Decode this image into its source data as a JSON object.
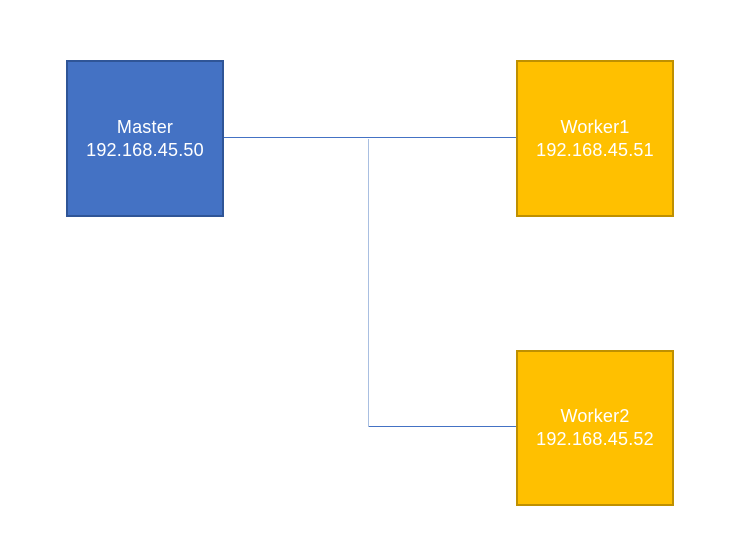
{
  "diagram": {
    "background": "#FFFFFF",
    "nodes": [
      {
        "id": "master",
        "name": "Master",
        "ip": "192.168.45.50",
        "fill": "#4472C4",
        "border": "#2F5597",
        "text_color": "#FFFFFF"
      },
      {
        "id": "worker1",
        "name": "Worker1",
        "ip": "192.168.45.51",
        "fill": "#FFC000",
        "border": "#BF9000",
        "text_color": "#FFFFFF"
      },
      {
        "id": "worker2",
        "name": "Worker2",
        "ip": "192.168.45.52",
        "fill": "#FFC000",
        "border": "#BF9000",
        "text_color": "#FFFFFF"
      }
    ],
    "connectors": [
      {
        "from": "master",
        "to": "worker1",
        "type": "straight",
        "color": "#4472C4"
      },
      {
        "from": "master",
        "to": "worker2",
        "type": "elbow",
        "vertical_color": "#A9BFE1",
        "horizontal_color": "#4472C4"
      }
    ]
  }
}
